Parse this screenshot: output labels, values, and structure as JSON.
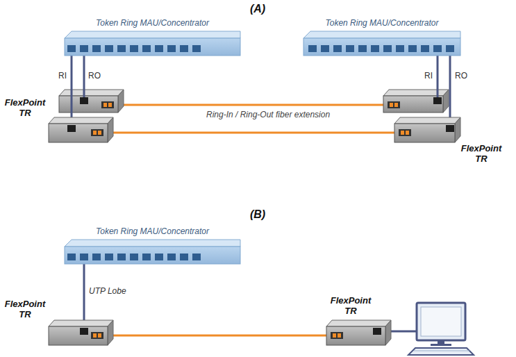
{
  "diagram": {
    "nodes": [
      {
        "text": [
          "Token Ring MAU/Concentrator"
        ]
      },
      {
        "text": [
          "Token Ring MAU/Concentrator"
        ]
      },
      {
        "text": [
          "FlexPoint TR"
        ]
      },
      {
        "text": [
          "FlexPoint TR"
        ]
      },
      {
        "text": [
          "Token Ring MAU/Concentrator"
        ]
      },
      {
        "text": [
          "FlexPoint TR"
        ]
      },
      {
        "text": [
          "FlexPoint TR"
        ]
      }
    ],
    "edges": [
      {
        "from": 0,
        "to": 2,
        "arrow": "none"
      },
      {
        "from": 1,
        "to": 3,
        "arrow": "none"
      },
      {
        "from": 2,
        "to": 3,
        "arrow": "none"
      },
      {
        "from": 4,
        "to": 5,
        "arrow": "none"
      },
      {
        "from": 5,
        "to": 6,
        "arrow": "none"
      }
    ],
    "labels": [
      "(A)",
      "RI",
      "RO",
      "RI",
      "RO",
      "Ring-In / Ring-Out fiber extension",
      "(B)",
      "UTP Lobe"
    ]
  }
}
